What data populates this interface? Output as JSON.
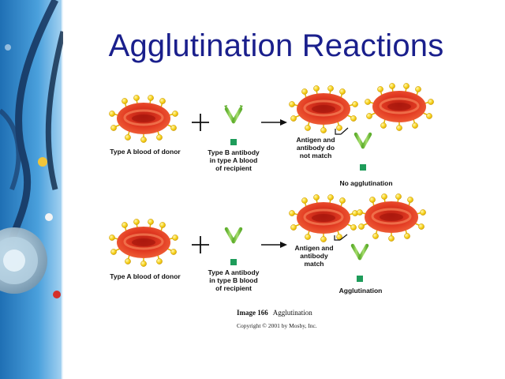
{
  "slide": {
    "title": "Agglutination Reactions"
  },
  "row1": {
    "donor_label": "Type A blood of donor",
    "antibody_label": [
      "Type B antibody",
      "in type A blood",
      "of recipient"
    ],
    "result_note": [
      "Antigen and",
      "antibody do",
      "not match"
    ],
    "result_label": "No agglutination"
  },
  "row2": {
    "donor_label": "Type A blood of donor",
    "antibody_label": [
      "Type A antibody",
      "in type B blood",
      "of recipient"
    ],
    "result_note": [
      "Antigen and",
      "antibody",
      "match"
    ],
    "result_label": "Agglutination"
  },
  "caption": {
    "image_number": "Image 166",
    "image_title": "Agglutination",
    "copyright": "Copyright © 2001 by Mosby, Inc."
  },
  "colors": {
    "title": "#1a1f8c",
    "cell_red": "#e23a22",
    "antigen_yellow": "#f6d21a",
    "antibody_green": "#7cc242",
    "sidebar_blue": "#2f86c8"
  }
}
